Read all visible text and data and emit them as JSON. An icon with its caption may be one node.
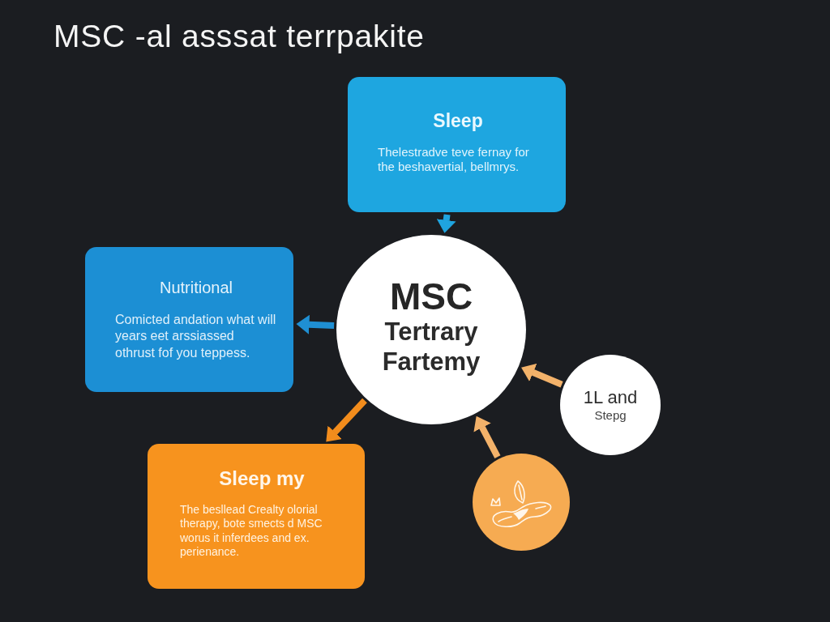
{
  "diagram": {
    "title": "MSC -al asssat terrpakite",
    "nodes": [
      {
        "text": [
          "Sleep",
          "Thelestradve teve fernay for the beshavertial, bellmrys."
        ]
      },
      {
        "text": [
          "Nutritional",
          "Comicted andation what will years eet arssiassed othrust fof you teppess."
        ]
      },
      {
        "text": [
          "MSC",
          "Tertrary Fartemy"
        ]
      },
      {
        "text": [
          "1L and",
          "Stepg"
        ]
      },
      {
        "text": [
          "Sleep my",
          "The besllead Crealty olorial therapy, bote smects d MSC worus it inferdees and ex. perienance."
        ]
      },
      {
        "text": [],
        "shape": "circle"
      }
    ],
    "edges": [
      {
        "from": 0,
        "to": 2,
        "arrow": "to",
        "color": "#1fa4df"
      },
      {
        "from": 2,
        "to": 1,
        "arrow": "to",
        "color": "#1f8fd3"
      },
      {
        "from": 2,
        "to": 4,
        "arrow": "to",
        "color": "#f28c1c"
      },
      {
        "from": 3,
        "to": 2,
        "arrow": "to",
        "color": "#f3b26a"
      },
      {
        "from": 5,
        "to": 2,
        "arrow": "to",
        "color": "#f3b26a"
      }
    ]
  }
}
